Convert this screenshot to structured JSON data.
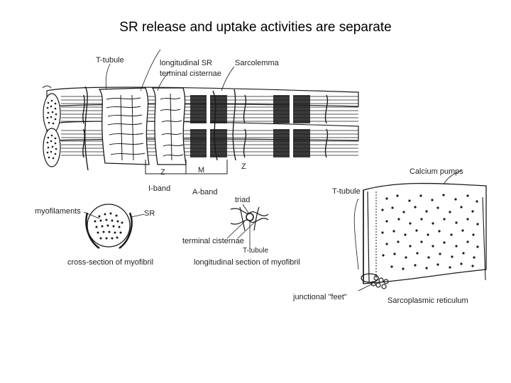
{
  "slide": {
    "title": "SR release and uptake activities are separate"
  },
  "labels": {
    "t_tubule_top": "T-tubule",
    "longitudinal_sr": "longitudinal SR",
    "terminal_cisternae": "terminal cisternae",
    "sarcolemma": "Sarcolemma",
    "z_left": "Z",
    "m_line": "M",
    "z_right": "Z",
    "i_band": "I-band",
    "a_band": "A-band",
    "triad": "triad",
    "myofilaments": "myofilaments",
    "sr": "SR",
    "terminal_cisternae_lower": "terminal cisternae",
    "t_tubule_lower": "T-tubule",
    "cross_section": "cross-section of myofibril",
    "longitudinal_section": "longitudinal section of myofibril",
    "calcium_pumps": "Calcium pumps",
    "t_tubule_right": "T-tubule",
    "junctional_feet": "junctional \"feet\"",
    "sarcoplasmic_reticulum": "Sarcoplasmic reticulum"
  },
  "colors": {
    "ink": "#1a1a1a",
    "background": "#ffffff"
  }
}
